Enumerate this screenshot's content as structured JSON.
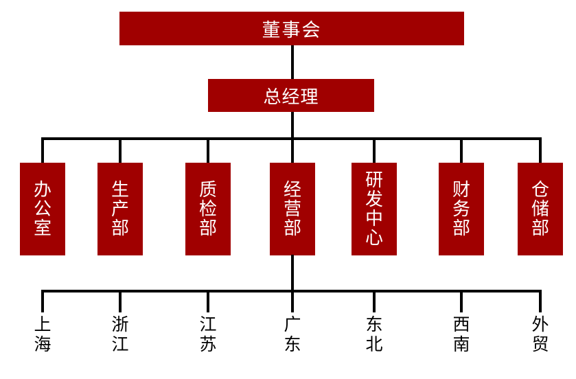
{
  "org_chart": {
    "title_node": {
      "label": "董事会"
    },
    "manager_node": {
      "label": "总经理"
    },
    "departments": [
      {
        "label": "办公室"
      },
      {
        "label": "生产部"
      },
      {
        "label": "质检部"
      },
      {
        "label": "经营部"
      },
      {
        "label": "研发中心"
      },
      {
        "label": "财务部"
      },
      {
        "label": "仓储部"
      }
    ],
    "regions": [
      {
        "label": "上海"
      },
      {
        "label": "浙江"
      },
      {
        "label": "江苏"
      },
      {
        "label": "广东"
      },
      {
        "label": "东北"
      },
      {
        "label": "西南"
      },
      {
        "label": "外贸"
      }
    ],
    "colors": {
      "node_fill": "#A00000",
      "node_text": "#FFFFFF",
      "connector": "#000000",
      "region_text": "#000000"
    }
  }
}
